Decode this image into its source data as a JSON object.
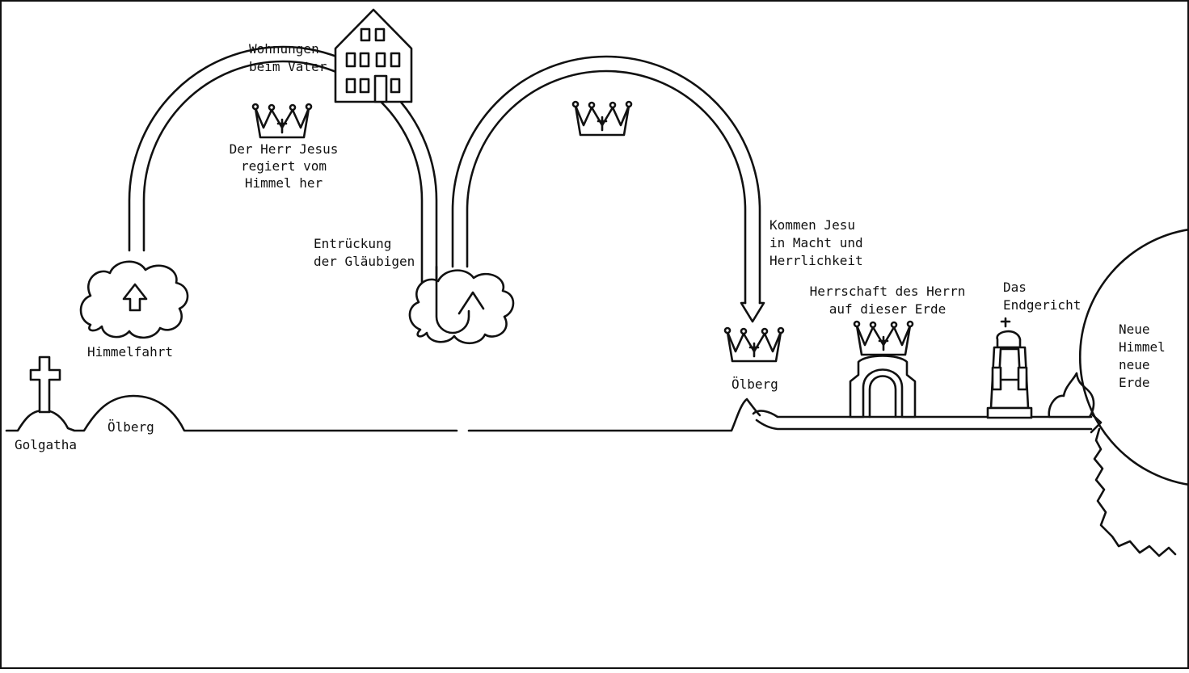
{
  "labels": {
    "golgatha": "Golgatha",
    "oelberg_left": "Ölberg",
    "himmelfahrt": "Himmelfahrt",
    "wohnungen": [
      "Wohnungen",
      "beim Vater"
    ],
    "herr_regiert": [
      "Der Herr Jesus",
      "regiert vom",
      "Himmel her"
    ],
    "entrueckung": [
      "Entrückung",
      "der Gläubigen"
    ],
    "kommen_jesu": [
      "Kommen Jesu",
      "in Macht und",
      "Herrlichkeit"
    ],
    "oelberg_right": "Ölberg",
    "herrschaft": [
      "Herrschaft des Herrn",
      "auf dieser Erde"
    ],
    "endgericht": [
      "Das",
      "Endgericht"
    ],
    "neue_himmel": [
      "Neue",
      "Himmel",
      "neue",
      "Erde"
    ]
  },
  "icons": {
    "cross": "cross-icon",
    "house": "house-icon",
    "crown": "crown-icon",
    "cloud": "cloud-icon",
    "gate": "gate-icon",
    "throne": "throne-icon",
    "fire": "fire-icon"
  },
  "colors": {
    "ink": "#111111",
    "paper": "#ffffff"
  }
}
